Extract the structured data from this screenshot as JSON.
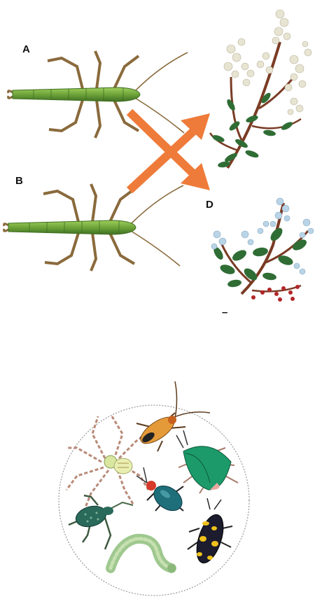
{
  "labels": {
    "a": "A",
    "b": "B",
    "d": "D",
    "c_mark": "–"
  },
  "icons": {
    "insect_a": "stick-insect-icon",
    "insect_b": "stick-insect-icon",
    "plant_top": "white-flower-shrub-icon",
    "plant_bottom": "blue-flower-shrub-icon",
    "arrows": "crossing-arrows-icon",
    "community": [
      "spider-icon",
      "soldier-beetle-icon",
      "shield-bug-icon",
      "leaf-beetle-icon",
      "weevil-icon",
      "inchworm-icon",
      "spotted-beetle-icon"
    ]
  },
  "colors": {
    "arrow": "#ee7b3a",
    "insect_body": "#6fa43a",
    "insect_legs": "#8a6a3c",
    "stem": "#7a3b24",
    "leaf": "#2f6d35",
    "flower_white": "#e8e4d2",
    "flower_blue": "#b9d4e6"
  }
}
